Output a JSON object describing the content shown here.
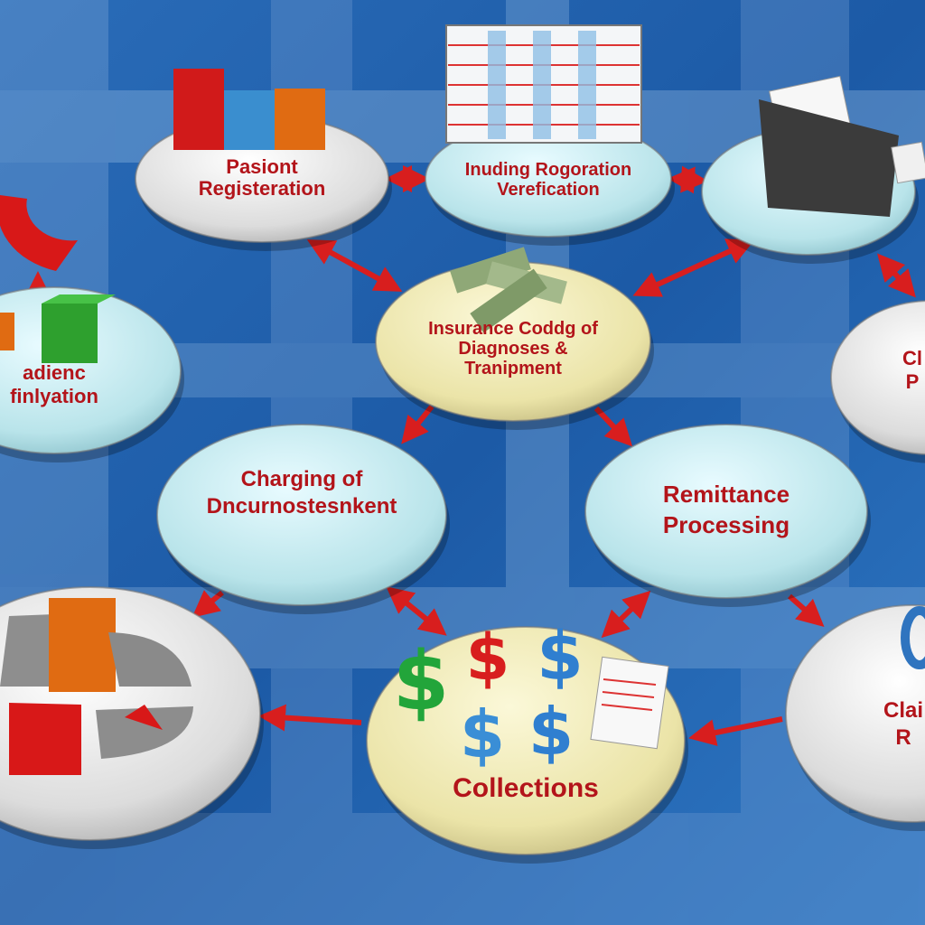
{
  "colors": {
    "background": "#1d5ea8",
    "grid_light": "#8fb4dc",
    "arrow": "#d81e1e",
    "text": "#b3141a",
    "disk_grey": "#dcdcdc",
    "disk_cyan": "#bfe6ec",
    "disk_yellow": "#efe9b0"
  },
  "nodes": [
    {
      "id": "patient-registration",
      "lines": [
        "Pasiont",
        "Registeration"
      ],
      "color": "disk_grey"
    },
    {
      "id": "insurance-verification",
      "lines": [
        "Inuding Rogoration",
        "Verefication"
      ],
      "color": "disk_cyan"
    },
    {
      "id": "claim-submission",
      "lines": [],
      "color": "disk_cyan"
    },
    {
      "id": "claim-processing",
      "lines": [
        "Cl",
        "P"
      ],
      "color": "disk_grey"
    },
    {
      "id": "patient-notification",
      "lines": [
        "adienc",
        "finlyation"
      ],
      "color": "disk_cyan"
    },
    {
      "id": "insurance-coding",
      "lines": [
        "Insurance Coddg of",
        "Diagnoses &",
        "Tranipment"
      ],
      "color": "disk_yellow"
    },
    {
      "id": "charging",
      "lines": [
        "Charging of",
        "Dncurnostesnkent"
      ],
      "color": "disk_cyan"
    },
    {
      "id": "remittance-processing",
      "lines": [
        "Remittance",
        "Processing"
      ],
      "color": "disk_cyan"
    },
    {
      "id": "reporting",
      "lines": [],
      "color": "disk_grey"
    },
    {
      "id": "collections",
      "lines": [
        "Collections"
      ],
      "color": "disk_yellow"
    },
    {
      "id": "claims-review",
      "lines": [
        "Clai",
        "R"
      ],
      "color": "disk_grey"
    }
  ],
  "icons": [
    "bar-chart-icon",
    "spreadsheet-icon",
    "printer-tray-icon",
    "pie-chart-icon",
    "cubes-icon",
    "money-bills-icon",
    "dollar-signs-icon",
    "invoice-icon",
    "pie-chart-3d-icon",
    "blue-ring-icon"
  ]
}
